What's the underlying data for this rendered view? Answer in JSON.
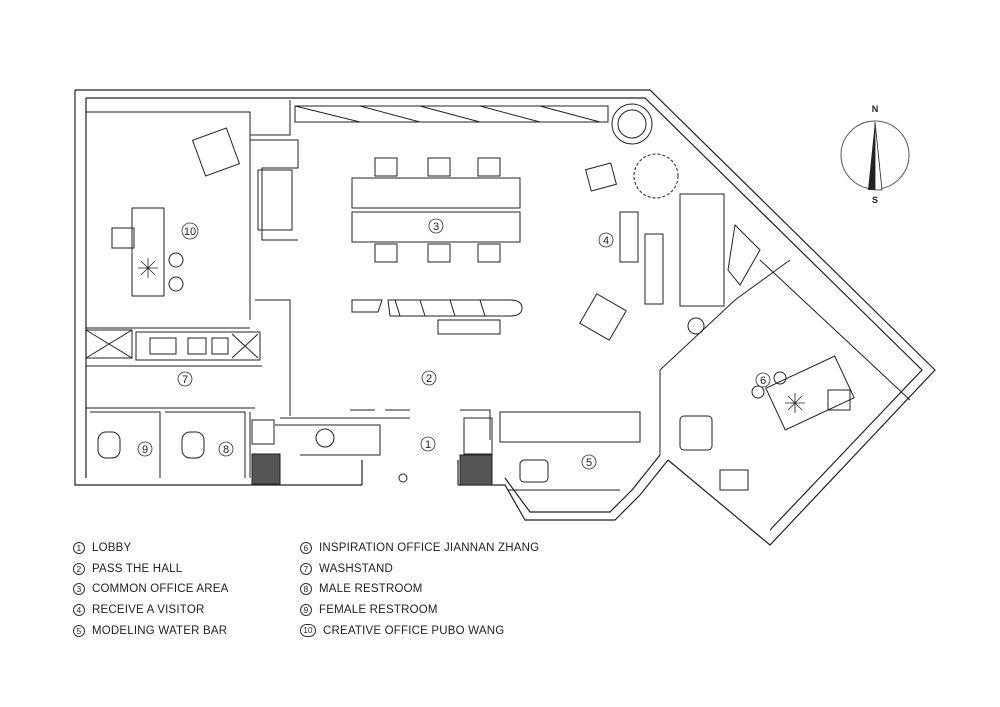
{
  "compass": {
    "north": "N",
    "south": "S"
  },
  "room_markers": [
    "1",
    "2",
    "3",
    "4",
    "5",
    "6",
    "7",
    "8",
    "9",
    "10"
  ],
  "legend_left": [
    {
      "num": "1",
      "label": "LOBBY"
    },
    {
      "num": "2",
      "label": "PASS THE HALL"
    },
    {
      "num": "3",
      "label": "COMMON OFFICE AREA"
    },
    {
      "num": "4",
      "label": "RECEIVE A VISITOR"
    },
    {
      "num": "5",
      "label": "MODELING WATER BAR"
    }
  ],
  "legend_right": [
    {
      "num": "6",
      "label": "INSPIRATION OFFICE JIANNAN ZHANG"
    },
    {
      "num": "7",
      "label": "WASHSTAND"
    },
    {
      "num": "8",
      "label": "MALE RESTROOM"
    },
    {
      "num": "9",
      "label": "FEMALE RESTROOM"
    },
    {
      "num": "10",
      "label": "CREATIVE OFFICE PUBO WANG"
    }
  ]
}
